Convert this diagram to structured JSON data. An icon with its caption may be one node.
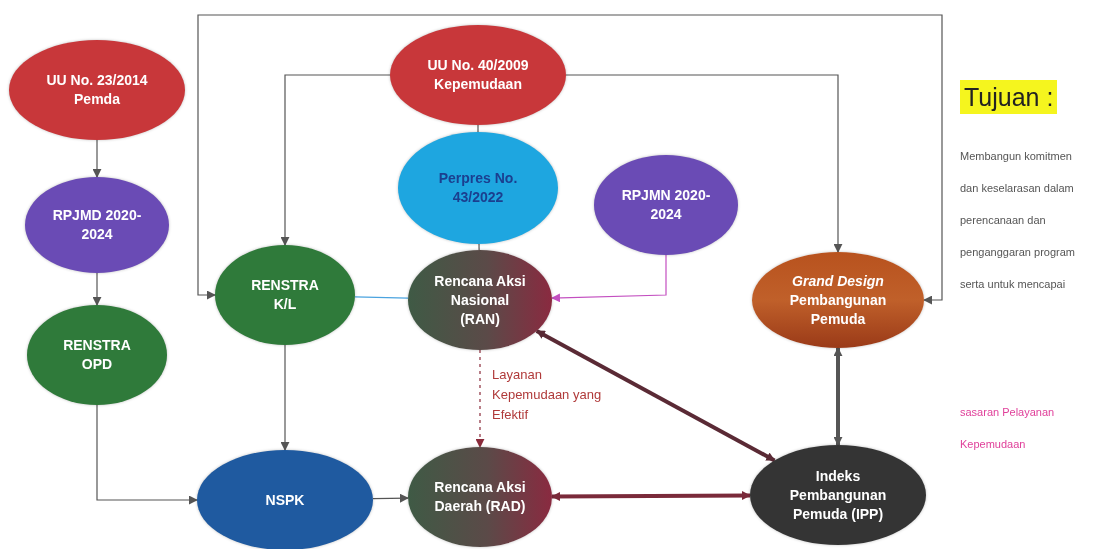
{
  "diagram": {
    "nodes": [
      {
        "text": [
          "UU No. 23/2014 Pemda"
        ]
      },
      {
        "text": [
          "RPJMD 2020-2024"
        ]
      },
      {
        "text": [
          "RENSTRA OPD"
        ]
      },
      {
        "text": [
          "UU No. 40/2009 Kepemudaan"
        ]
      },
      {
        "text": [
          "Perpres No. 43/2022"
        ]
      },
      {
        "text": [
          "RPJMN 2020-2024"
        ]
      },
      {
        "text": [
          "RENSTRA K/L"
        ]
      },
      {
        "text": [
          "Rencana Aksi Nasional (RAN)"
        ]
      },
      {
        "text": [
          "*Grand Design* Pembangunan Pemuda"
        ]
      },
      {
        "text": [
          "NSPK"
        ]
      },
      {
        "text": [
          "Rencana Aksi Daerah (RAD)"
        ]
      },
      {
        "text": [
          "Indeks Pembangunan Pemuda (IPP)"
        ]
      }
    ],
    "edges": [
      {
        "from": 0,
        "to": 1,
        "arrow": "to"
      },
      {
        "from": 1,
        "to": 2,
        "arrow": "to"
      },
      {
        "from": 2,
        "to": 9,
        "arrow": "to"
      },
      {
        "from": 3,
        "to": 6,
        "arrow": "to"
      },
      {
        "from": 3,
        "to": 8,
        "arrow": "to"
      },
      {
        "from": 3,
        "to": 4,
        "arrow": "none"
      },
      {
        "from": 4,
        "to": 7,
        "arrow": "none"
      },
      {
        "from": 6,
        "to": 8,
        "arrow": "both"
      },
      {
        "from": 5,
        "to": 7,
        "arrow": "to",
        "color": "#c34fc0"
      },
      {
        "from": 7,
        "to": 6,
        "arrow": "none",
        "color": "#4aa3df"
      },
      {
        "from": 6,
        "to": 9,
        "arrow": "to"
      },
      {
        "from": 7,
        "to": 10,
        "arrow": "to",
        "style": "dashed",
        "label": "Layanan Kepemudaan yang Efektif",
        "color": "#8a2a3a"
      },
      {
        "from": 9,
        "to": 10,
        "arrow": "to"
      },
      {
        "from": 10,
        "to": 11,
        "arrow": "both",
        "style": "thick",
        "color": "#7a2a3a"
      },
      {
        "from": 7,
        "to": 11,
        "arrow": "both",
        "style": "thick",
        "color": "#5a2a35"
      },
      {
        "from": 8,
        "to": 11,
        "arrow": "both",
        "style": "thick"
      }
    ],
    "labels": [
      "Tujuan :",
      "Membangun komitmen dan keselarasan dalam perencanaan dan penganggaran program serta untuk mencapai",
      "sasaran Pelayanan Kepemudaan"
    ]
  }
}
